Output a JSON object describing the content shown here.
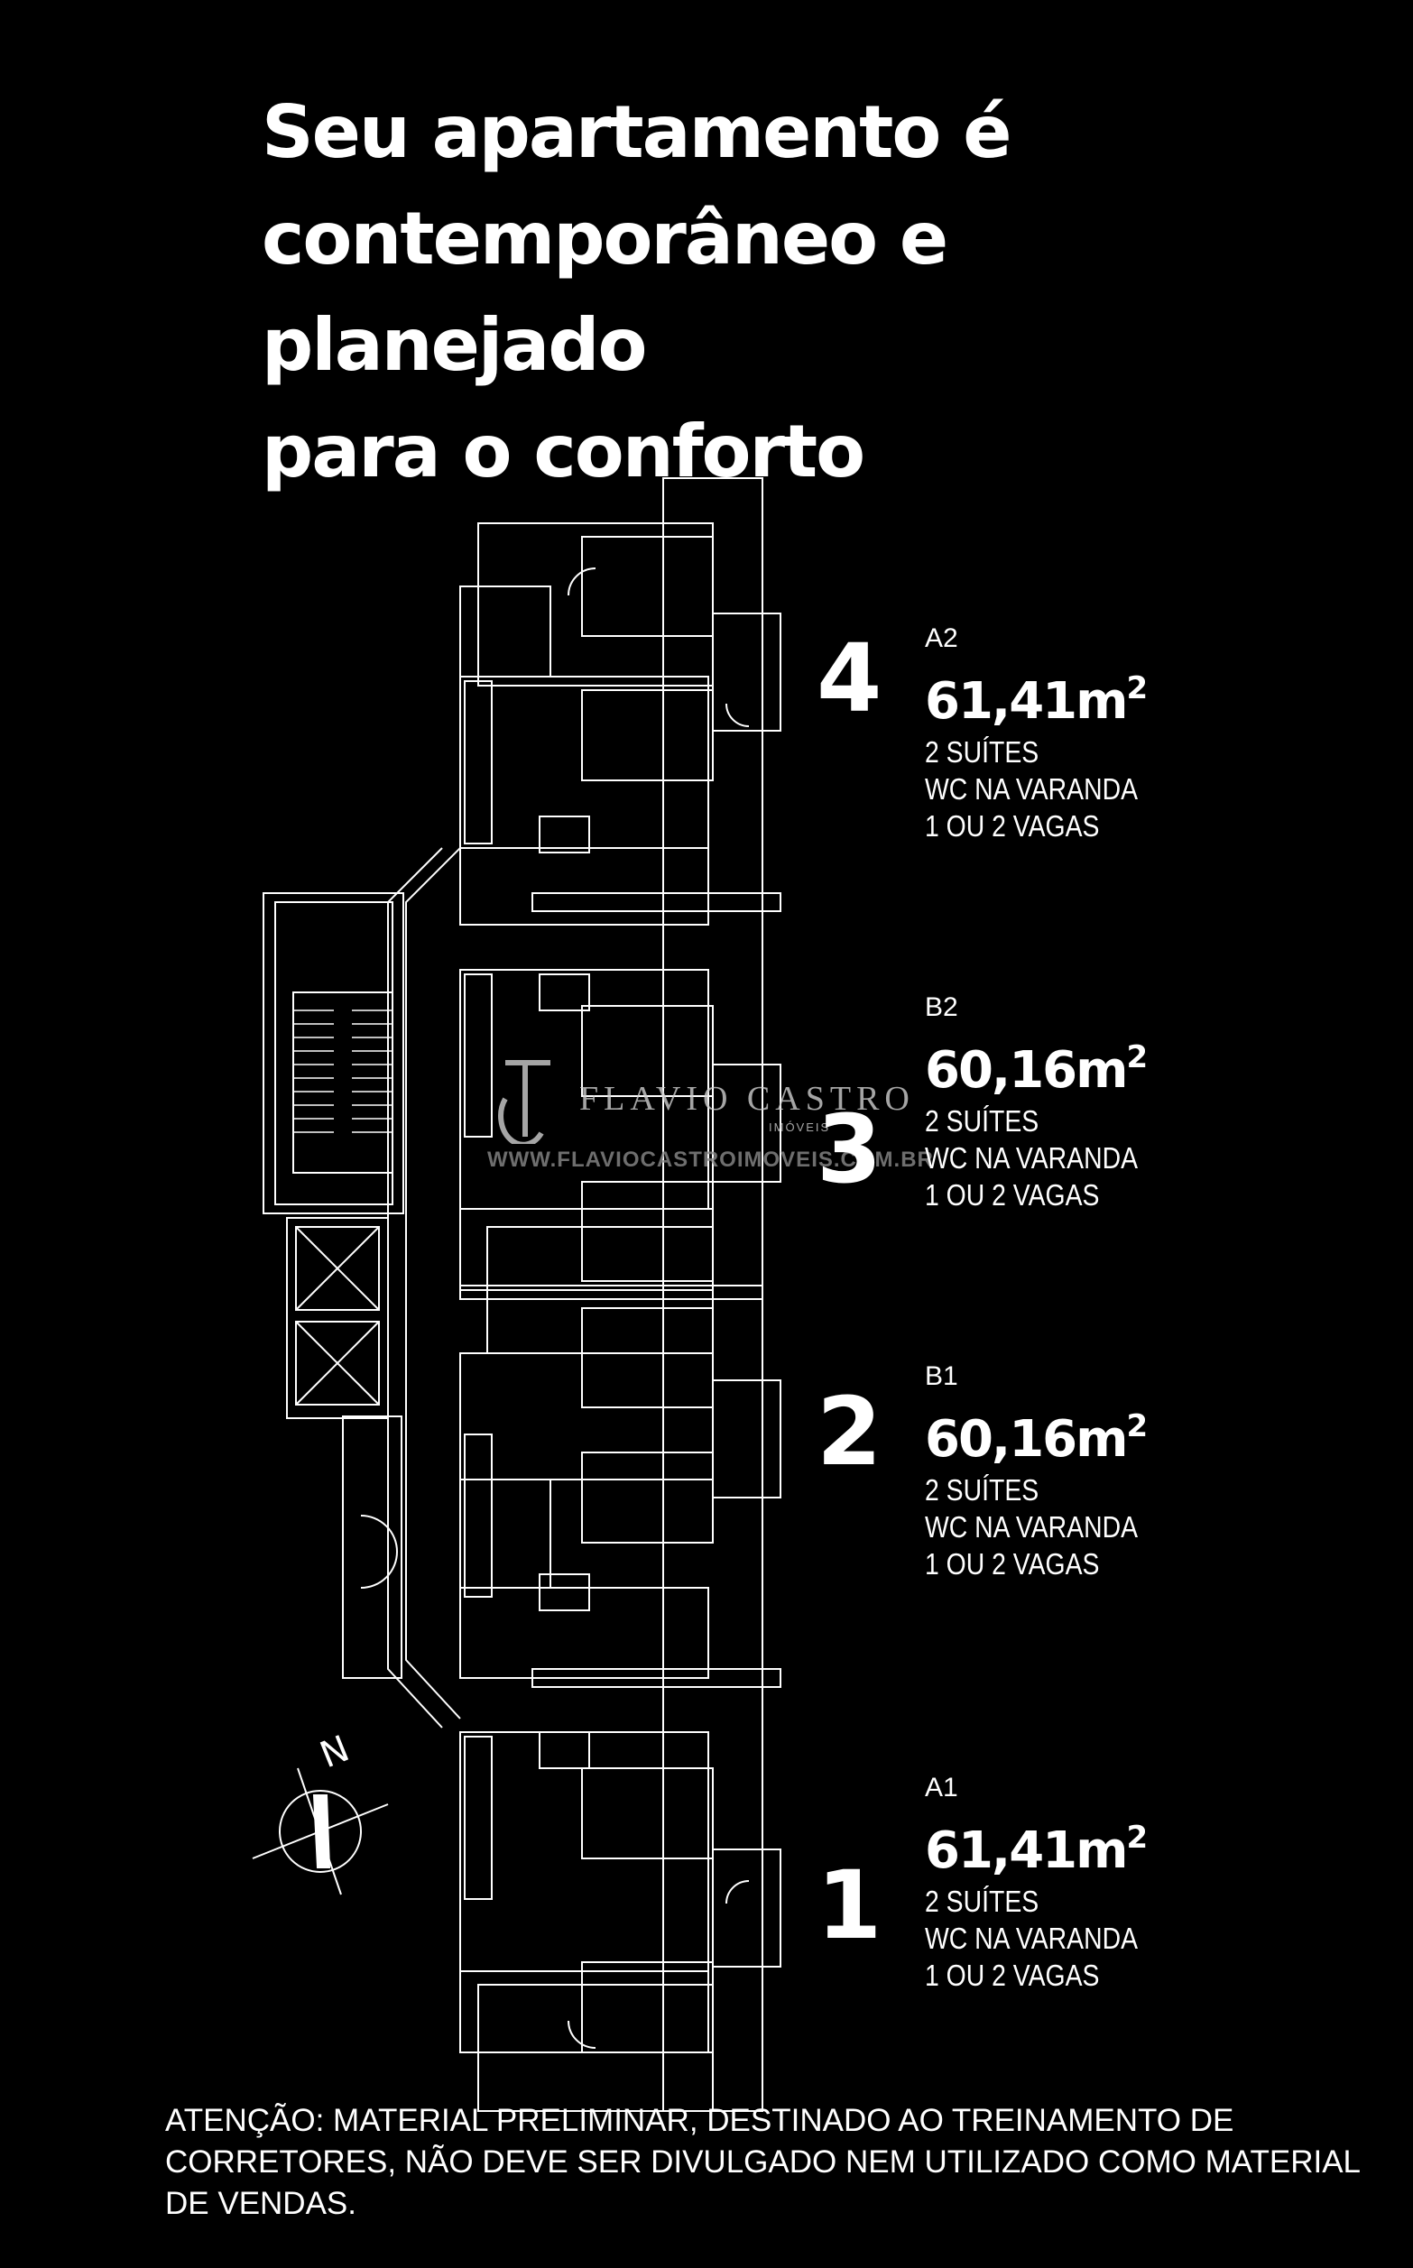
{
  "title": "Seu apartamento é\ncontemporâneo e planejado\npara o conforto",
  "compass_label": "N",
  "units": [
    {
      "number": "4",
      "code": "A2",
      "area": "61,41m",
      "area_unit_sup": "2",
      "features": [
        "2 SUÍTES",
        "WC NA VARANDA",
        "1 OU 2 VAGAS"
      ]
    },
    {
      "number": "3",
      "code": "B2",
      "area": "60,16m",
      "area_unit_sup": "2",
      "features": [
        "2 SUÍTES",
        "WC NA VARANDA",
        "1 OU 2 VAGAS"
      ]
    },
    {
      "number": "2",
      "code": "B1",
      "area": "60,16m",
      "area_unit_sup": "2",
      "features": [
        "2 SUÍTES",
        "WC NA VARANDA",
        "1 OU 2 VAGAS"
      ]
    },
    {
      "number": "1",
      "code": "A1",
      "area": "61,41m",
      "area_unit_sup": "2",
      "features": [
        "2 SUÍTES",
        "WC NA VARANDA",
        "1 OU 2 VAGAS"
      ]
    }
  ],
  "watermark": {
    "name": "FLAVIO CASTRO",
    "subtitle": "IMÓVEIS",
    "url": "WWW.FLAVIOCASTROIMOVEIS.COM.BR"
  },
  "disclaimer": "ATENÇÃO: MATERIAL PRELIMINAR, DESTINADO AO TREINAMENTO DE CORRETORES, NÃO DEVE SER DIVULGADO NEM UTILIZADO COMO MATERIAL DE VENDAS.",
  "colors": {
    "background": "#000000",
    "line": "#ffffff",
    "text": "#ffffff"
  }
}
